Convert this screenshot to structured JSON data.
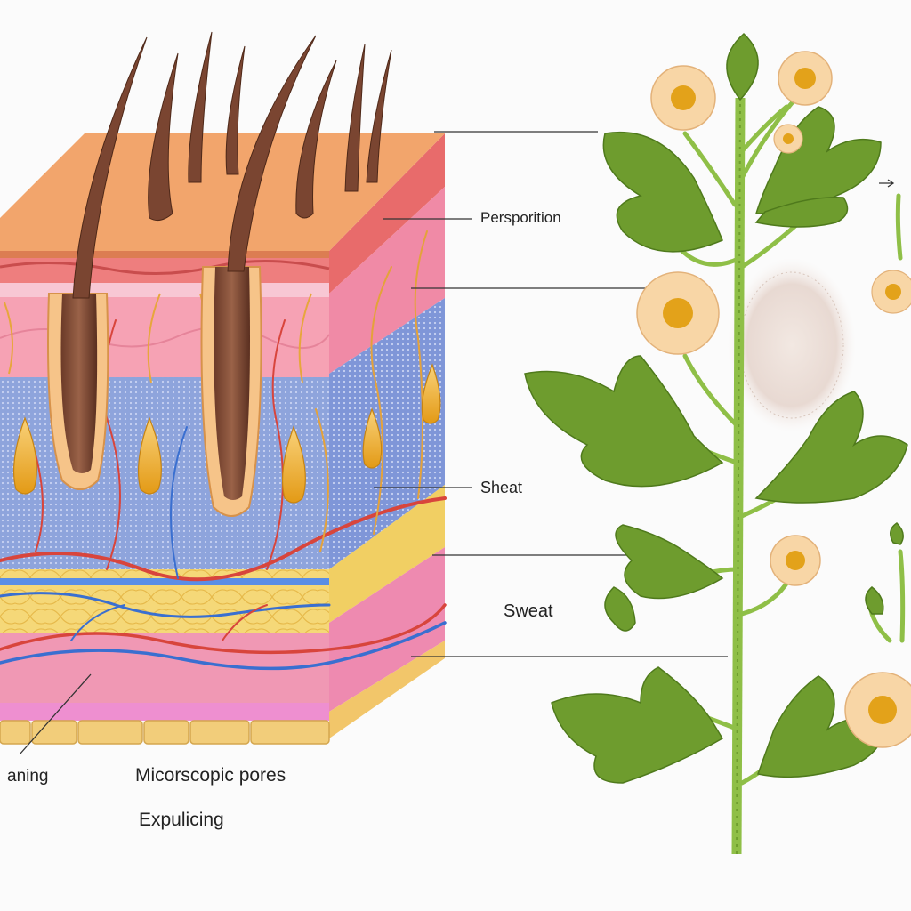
{
  "labels": {
    "perspiration": "Persporition",
    "sheat": "Sheat",
    "sweat": "Sweat",
    "aning": "aning",
    "pores": "Micorscopic pores",
    "expulsion": "Expulicing"
  },
  "colors": {
    "background": "#fbfbfb",
    "skin_surface": "#f0a46a",
    "epidermis": "#f6b3a3",
    "dermis_blue": "#8aa2dc",
    "fat_layer": "#f4d777",
    "hair": "#7a4531",
    "sweat_gland": "#f2b22e",
    "artery": "#d8453c",
    "vein": "#3a6fd0",
    "leaf": "#6e9c2e",
    "stem": "#8fbf47",
    "flower": "#f8d6a6",
    "flower_center": "#e3a21a"
  }
}
